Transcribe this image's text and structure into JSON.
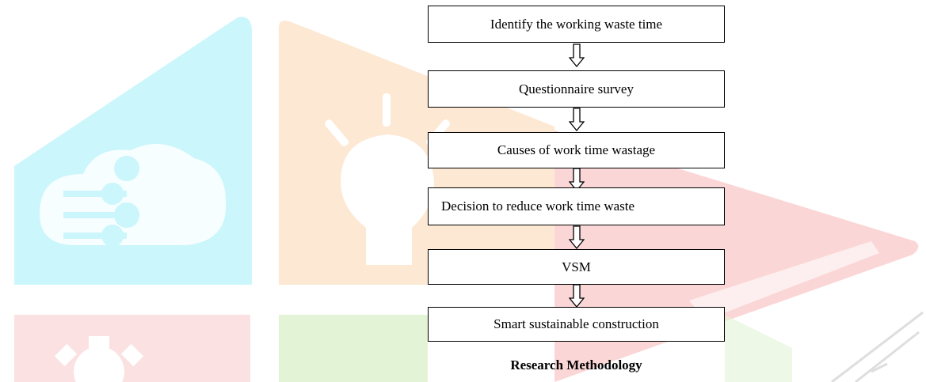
{
  "steps": [
    "Identify the working waste time",
    "Questionnaire survey",
    "Causes of work time wastage",
    "Decision to reduce work time waste",
    "VSM",
    "Smart sustainable construction"
  ],
  "caption": "Research Methodology",
  "colors": {
    "watermark_cyan": "#cbf6fb",
    "watermark_orange": "#fde8d3",
    "watermark_red": "#fbd6d6",
    "watermark_green": "#e3f4d6",
    "watermark_pink": "#fbe1e1",
    "watermark_gray": "#dedede"
  }
}
